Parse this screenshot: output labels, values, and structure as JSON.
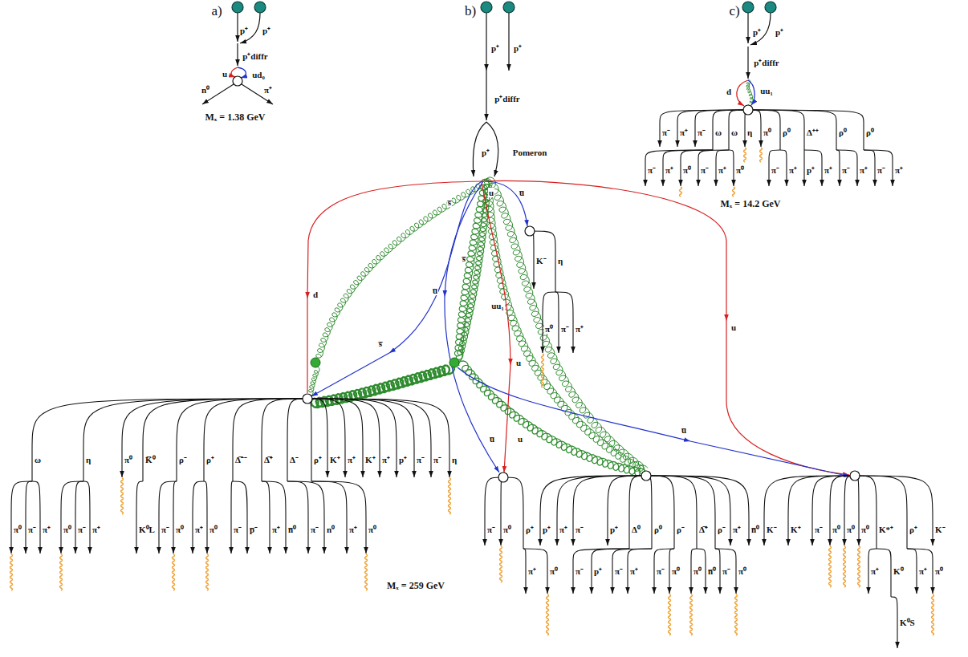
{
  "diagram": {
    "labels": [
      "a)",
      "p⁺",
      "p⁺",
      "p⁺diffr",
      "u",
      "ud₀",
      "n⁰",
      "π⁺",
      "Mₓ = 1.38 GeV",
      "b)",
      "p⁺",
      "p⁺",
      "p⁺diffr",
      "p⁺",
      "Pomeron",
      "s̅",
      "u",
      "u̅",
      "s̅",
      "d",
      "u̅",
      "uu₁",
      "u",
      "s̅",
      "u",
      "u̅",
      "u",
      "u̅",
      "Mₓ = 259 GeV",
      "c)",
      "p⁺",
      "p⁺",
      "p⁺diffr",
      "d",
      "uu₁",
      "Mₓ = 14.2 GeV",
      "K⁻",
      "η",
      "π⁰",
      "π⁻",
      "π⁺",
      "ω",
      "π⁰",
      "π⁻",
      "π⁺",
      "η",
      "π⁰",
      "π⁻",
      "π⁺",
      "π⁰",
      "K̅⁰",
      "K⁰L",
      "ρ⁻",
      "π⁻",
      "π⁰",
      "ρ⁺",
      "π⁺",
      "π⁰",
      "Δ̅⁻⁻",
      "π⁻",
      "p̅⁻",
      "Δ̅⁺",
      "π⁺",
      "n̅⁰",
      "Δ⁻",
      "π⁻",
      "n⁰",
      "ρ⁺",
      "π⁺",
      "π⁰",
      "K⁺",
      "π⁺",
      "K⁺",
      "π⁺",
      "p⁺",
      "π⁻",
      "π⁻",
      "η",
      "π⁻",
      "π⁰",
      "ρ⁺",
      "π⁺",
      "π⁰",
      "p⁺",
      "π⁺",
      "π⁻",
      "p⁺",
      "Δ⁰",
      "π⁻",
      "p⁺",
      "ρ⁰",
      "π⁻",
      "π⁺",
      "ρ⁻",
      "π⁻",
      "π⁰",
      "Δ̅⁺",
      "π⁰",
      "n̅⁰",
      "ρ⁻",
      "π⁻",
      "π⁰",
      "π⁺",
      "n̅⁰",
      "K⁻",
      "K⁺",
      "π⁻",
      "π⁰",
      "π⁰",
      "π⁰",
      "K*⁺",
      "π⁺",
      "K⁰",
      "K⁰S",
      "ρ⁺",
      "π⁺",
      "π⁰",
      "K⁻",
      "π⁻",
      "π⁺",
      "π⁻",
      "ω",
      "π⁻",
      "π⁺",
      "π⁰",
      "ω",
      "π⁻",
      "π⁺",
      "π⁰",
      "η",
      "π⁰",
      "ρ⁰",
      "π⁻",
      "π⁺",
      "Δ⁺⁺",
      "p⁺",
      "π⁺",
      "ρ⁰",
      "π⁻",
      "π⁺",
      "ρ⁰",
      "π⁻",
      "π⁺"
    ]
  }
}
